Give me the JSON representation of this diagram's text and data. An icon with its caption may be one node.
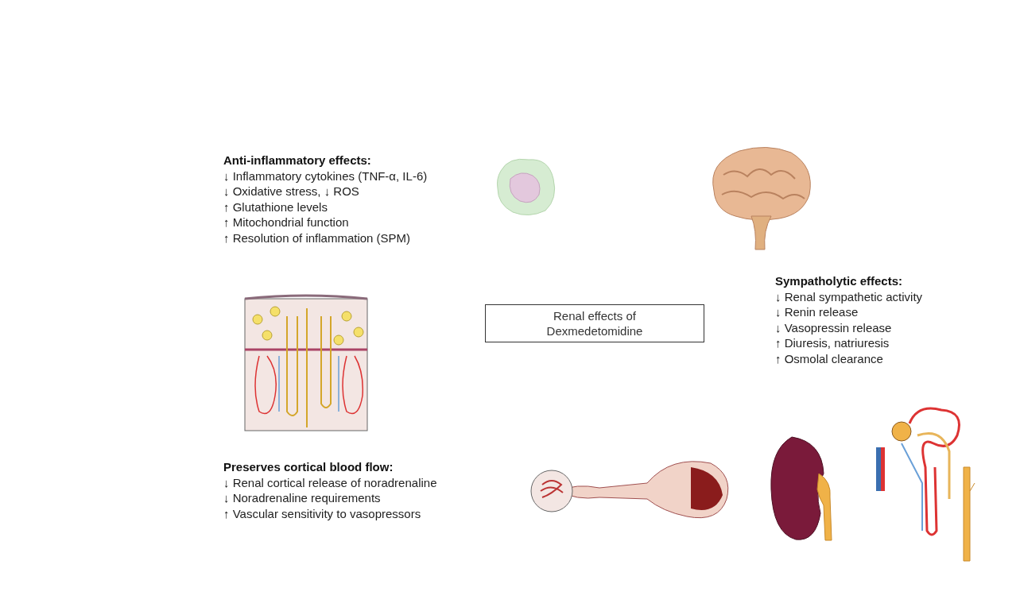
{
  "diagram": {
    "nodes": [
      {
        "text": [
          "Renal effects of Dexmedetomidine"
        ]
      }
    ],
    "labels": [
      "Anti-inflammatory effects:",
      "↓ Inflammatory cytokines (TNF-α, IL-6)",
      "↓ Oxidative stress, ↓ ROS",
      "↑ Glutathione levels",
      "↑ Mitochondrial function",
      "↑ Resolution of inflammation (SPM)",
      "Sympatholytic effects:",
      "↓ Renal sympathetic activity",
      "↓ Renin release",
      "↓ Vasopressin release",
      "↑ Diuresis, natriuresis",
      "↑ Osmolal clearance",
      "Preserves cortical blood flow:",
      "↓ Renal cortical release of noradrenaline",
      "↓ Noradrenaline requirements",
      "↑ Vascular sensitivity to vasopressors"
    ]
  }
}
